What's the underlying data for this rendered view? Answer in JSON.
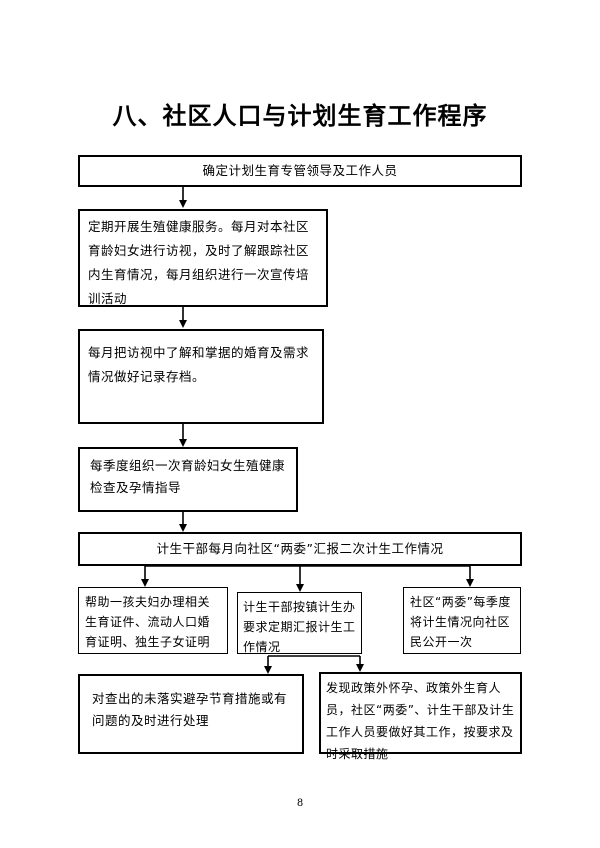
{
  "title": "八、社区人口与计划生育工作程序",
  "steps": {
    "s1": "确定计划生育专管领导及工作人员",
    "s2": "定期开展生殖健康服务。每月对本社区育龄妇女进行访视，及时了解跟踪社区内生育情况，每月组织进行一次宣传培训活动",
    "s3": "每月把访视中了解和掌据的婚育及需求情况做好记录存档。",
    "s4": "每季度组织一次育龄妇女生殖健康检查及孕情指导",
    "s5": "计生干部每月向社区“两委”汇报二次计生工作情况",
    "b1": "帮助一孩夫妇办理相关生育证件、流动人口婚育证明、独生子女证明",
    "b2": "计生干部按镇计生办要求定期汇报计生工作情况",
    "b3": "社区“两委”每季度将计生情况向社区民公开一次",
    "c1": "对查出的未落实避孕节育措施或有问题的及时进行处理",
    "c2": "发现政策外怀孕、政策外生育人员，社区“两委”、计生干部及计生工作人员要做好其工作，按要求及时采取措施"
  },
  "page_number": "8"
}
